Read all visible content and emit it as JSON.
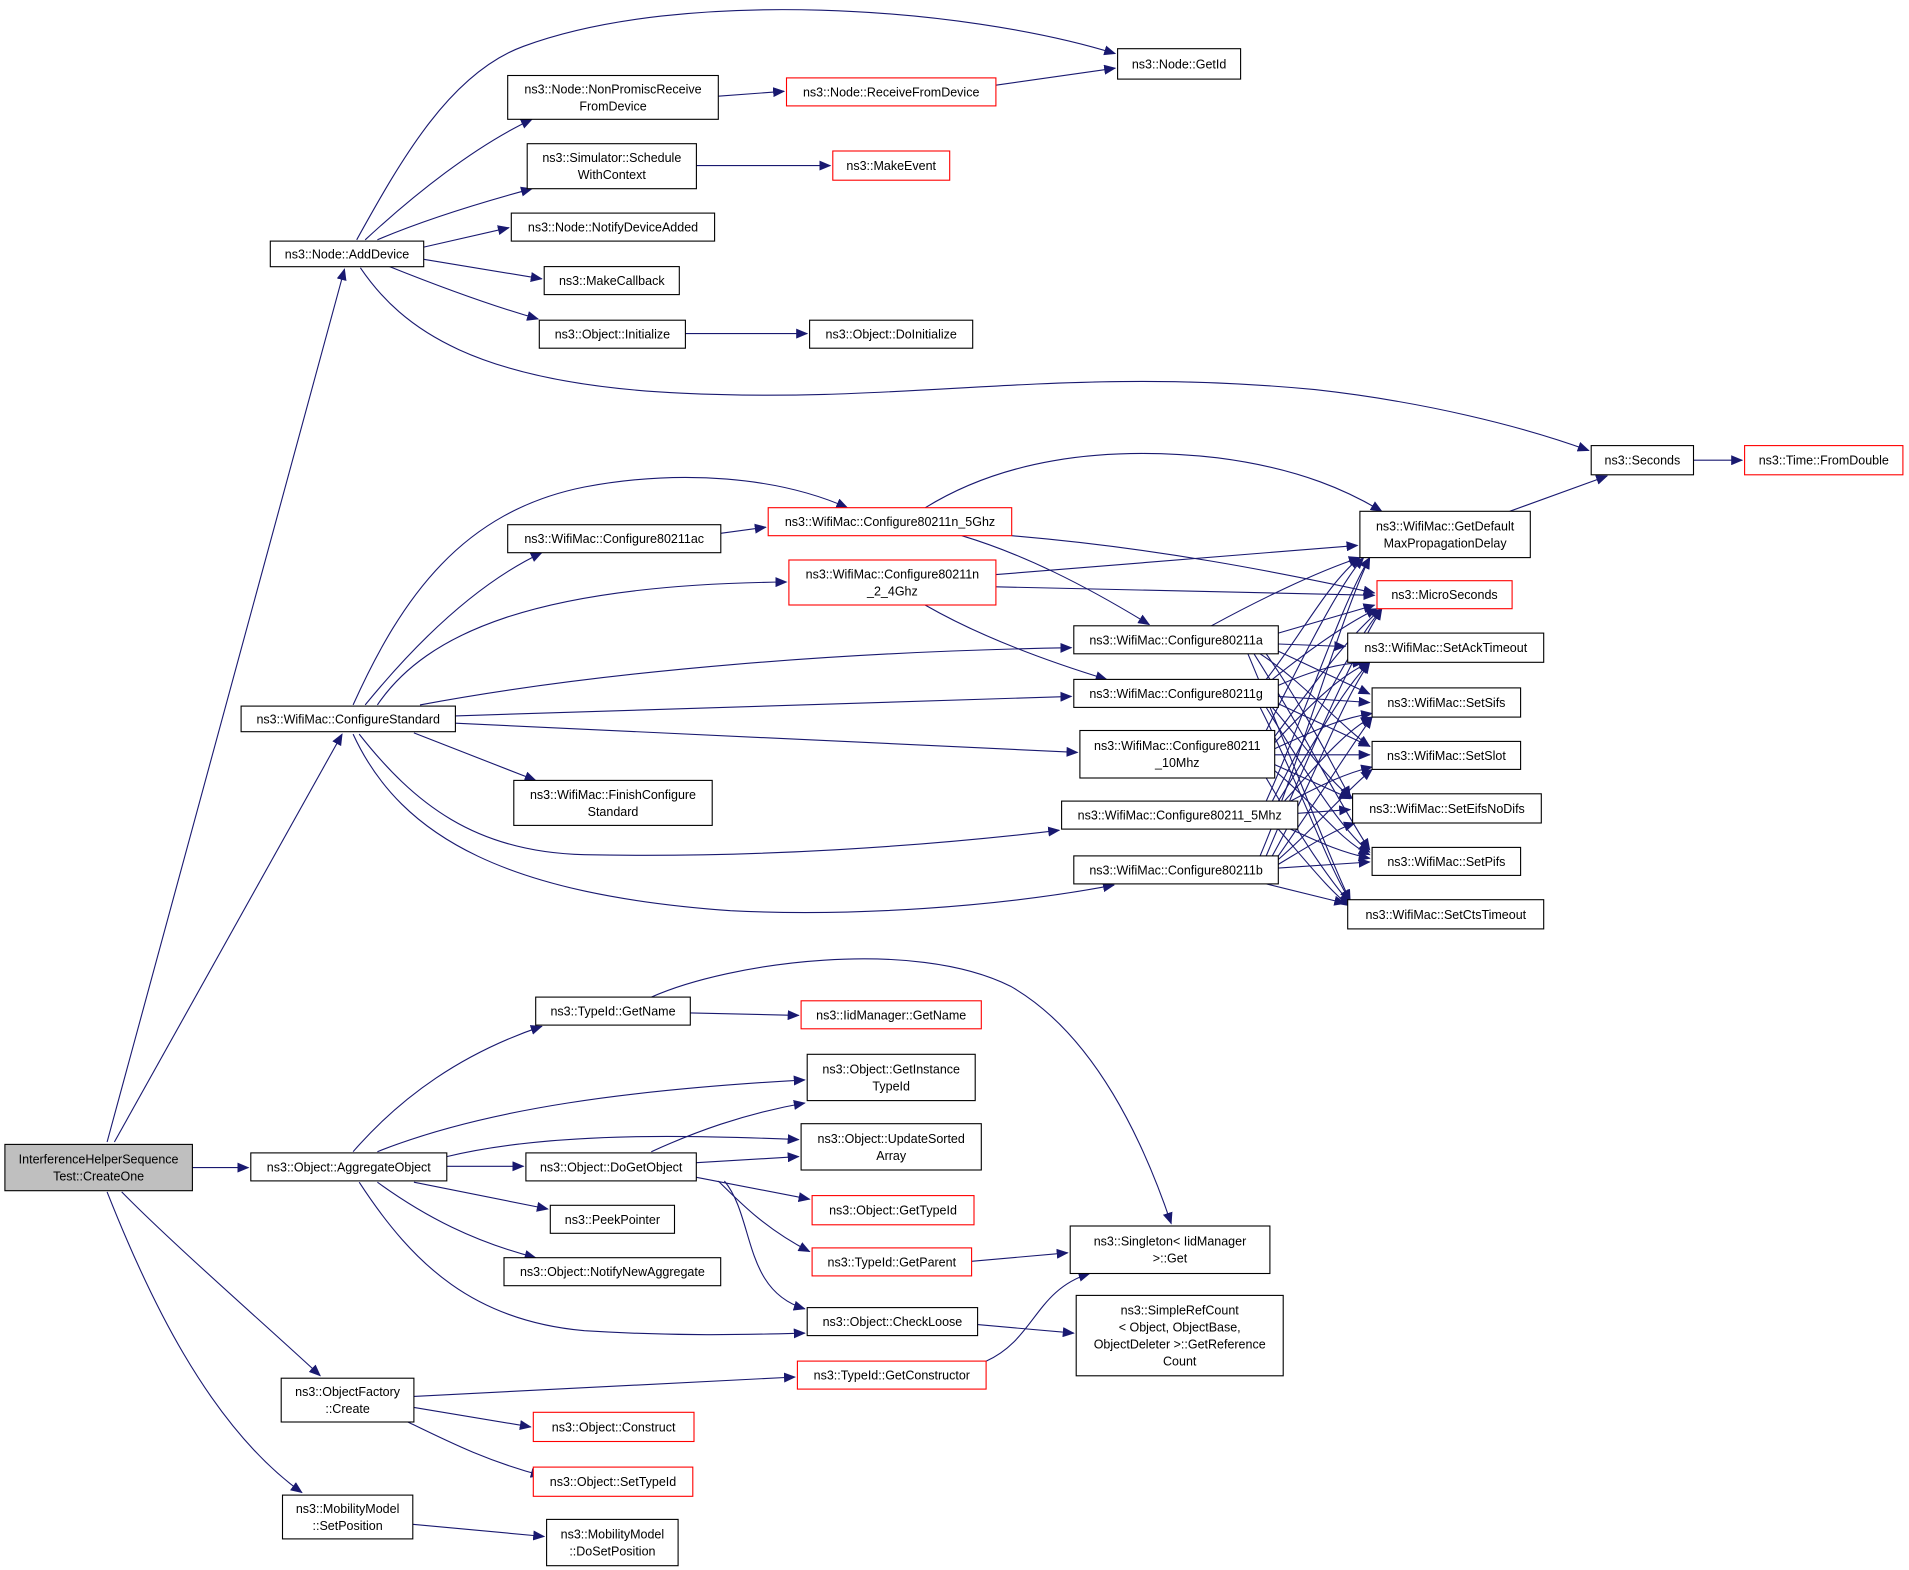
{
  "colors": {
    "edge": "#191970",
    "node_border": "#000000",
    "node_border_truncated": "#ff0000",
    "node_fill": "#ffffff",
    "root_fill": "#bfbfbf"
  },
  "nodes": [
    {
      "id": "root",
      "lines": [
        "InterferenceHelperSequence",
        "Test::CreateOne"
      ],
      "style": "root"
    },
    {
      "id": "add_device",
      "lines": [
        "ns3::Node::AddDevice"
      ],
      "style": "normal"
    },
    {
      "id": "non_promisc",
      "lines": [
        "ns3::Node::NonPromiscReceive",
        "FromDevice"
      ],
      "style": "normal"
    },
    {
      "id": "receive_from_device",
      "lines": [
        "ns3::Node::ReceiveFromDevice"
      ],
      "style": "truncated"
    },
    {
      "id": "node_getid",
      "lines": [
        "ns3::Node::GetId"
      ],
      "style": "normal"
    },
    {
      "id": "schedule_ctx",
      "lines": [
        "ns3::Simulator::Schedule",
        "WithContext"
      ],
      "style": "normal"
    },
    {
      "id": "make_event",
      "lines": [
        "ns3::MakeEvent"
      ],
      "style": "truncated"
    },
    {
      "id": "notify_device_added",
      "lines": [
        "ns3::Node::NotifyDeviceAdded"
      ],
      "style": "normal"
    },
    {
      "id": "make_callback",
      "lines": [
        "ns3::MakeCallback"
      ],
      "style": "normal"
    },
    {
      "id": "obj_initialize",
      "lines": [
        "ns3::Object::Initialize"
      ],
      "style": "normal"
    },
    {
      "id": "obj_doinitialize",
      "lines": [
        "ns3::Object::DoInitialize"
      ],
      "style": "normal"
    },
    {
      "id": "seconds",
      "lines": [
        "ns3::Seconds"
      ],
      "style": "normal"
    },
    {
      "id": "from_double",
      "lines": [
        "ns3::Time::FromDouble"
      ],
      "style": "truncated"
    },
    {
      "id": "configure_standard",
      "lines": [
        "ns3::WifiMac::ConfigureStandard"
      ],
      "style": "normal"
    },
    {
      "id": "cfg_ac",
      "lines": [
        "ns3::WifiMac::Configure80211ac"
      ],
      "style": "normal"
    },
    {
      "id": "cfg_n5",
      "lines": [
        "ns3::WifiMac::Configure80211n_5Ghz"
      ],
      "style": "truncated"
    },
    {
      "id": "cfg_n24",
      "lines": [
        "ns3::WifiMac::Configure80211n",
        "_2_4Ghz"
      ],
      "style": "truncated"
    },
    {
      "id": "get_default_delay",
      "lines": [
        "ns3::WifiMac::GetDefault",
        "MaxPropagationDelay"
      ],
      "style": "normal"
    },
    {
      "id": "micro_seconds",
      "lines": [
        "ns3::MicroSeconds"
      ],
      "style": "truncated"
    },
    {
      "id": "cfg_a",
      "lines": [
        "ns3::WifiMac::Configure80211a"
      ],
      "style": "normal"
    },
    {
      "id": "set_ack_timeout",
      "lines": [
        "ns3::WifiMac::SetAckTimeout"
      ],
      "style": "normal"
    },
    {
      "id": "cfg_g",
      "lines": [
        "ns3::WifiMac::Configure80211g"
      ],
      "style": "normal"
    },
    {
      "id": "set_sifs",
      "lines": [
        "ns3::WifiMac::SetSifs"
      ],
      "style": "normal"
    },
    {
      "id": "cfg_10",
      "lines": [
        "ns3::WifiMac::Configure80211",
        "_10Mhz"
      ],
      "style": "normal"
    },
    {
      "id": "set_slot",
      "lines": [
        "ns3::WifiMac::SetSlot"
      ],
      "style": "normal"
    },
    {
      "id": "finish_configure",
      "lines": [
        "ns3::WifiMac::FinishConfigure",
        "Standard"
      ],
      "style": "normal"
    },
    {
      "id": "cfg_5",
      "lines": [
        "ns3::WifiMac::Configure80211_5Mhz"
      ],
      "style": "normal"
    },
    {
      "id": "set_eifs",
      "lines": [
        "ns3::WifiMac::SetEifsNoDifs"
      ],
      "style": "normal"
    },
    {
      "id": "cfg_b",
      "lines": [
        "ns3::WifiMac::Configure80211b"
      ],
      "style": "normal"
    },
    {
      "id": "set_pifs",
      "lines": [
        "ns3::WifiMac::SetPifs"
      ],
      "style": "normal"
    },
    {
      "id": "set_cts_timeout",
      "lines": [
        "ns3::WifiMac::SetCtsTimeout"
      ],
      "style": "normal"
    },
    {
      "id": "typeid_getname",
      "lines": [
        "ns3::TypeId::GetName"
      ],
      "style": "normal"
    },
    {
      "id": "iid_getname",
      "lines": [
        "ns3::IidManager::GetName"
      ],
      "style": "truncated"
    },
    {
      "id": "get_instance_typeid",
      "lines": [
        "ns3::Object::GetInstance",
        "TypeId"
      ],
      "style": "normal"
    },
    {
      "id": "update_sorted",
      "lines": [
        "ns3::Object::UpdateSorted",
        "Array"
      ],
      "style": "normal"
    },
    {
      "id": "aggregate_object",
      "lines": [
        "ns3::Object::AggregateObject"
      ],
      "style": "normal"
    },
    {
      "id": "do_get_object",
      "lines": [
        "ns3::Object::DoGetObject"
      ],
      "style": "normal"
    },
    {
      "id": "obj_get_typeid",
      "lines": [
        "ns3::Object::GetTypeId"
      ],
      "style": "truncated"
    },
    {
      "id": "peek_pointer",
      "lines": [
        "ns3::PeekPointer"
      ],
      "style": "normal"
    },
    {
      "id": "singleton_get",
      "lines": [
        "ns3::Singleton< IidManager",
        " >::Get"
      ],
      "style": "normal"
    },
    {
      "id": "typeid_getparent",
      "lines": [
        "ns3::TypeId::GetParent"
      ],
      "style": "truncated"
    },
    {
      "id": "notify_new_aggregate",
      "lines": [
        "ns3::Object::NotifyNewAggregate"
      ],
      "style": "normal"
    },
    {
      "id": "check_loose",
      "lines": [
        "ns3::Object::CheckLoose"
      ],
      "style": "normal"
    },
    {
      "id": "simple_refcount",
      "lines": [
        "ns3::SimpleRefCount",
        "< Object, ObjectBase,",
        " ObjectDeleter >::GetReference",
        "Count"
      ],
      "style": "normal"
    },
    {
      "id": "factory_create",
      "lines": [
        "ns3::ObjectFactory",
        "::Create"
      ],
      "style": "normal"
    },
    {
      "id": "get_constructor",
      "lines": [
        "ns3::TypeId::GetConstructor"
      ],
      "style": "truncated"
    },
    {
      "id": "obj_construct",
      "lines": [
        "ns3::Object::Construct"
      ],
      "style": "truncated"
    },
    {
      "id": "obj_set_typeid",
      "lines": [
        "ns3::Object::SetTypeId"
      ],
      "style": "truncated"
    },
    {
      "id": "mm_setposition",
      "lines": [
        "ns3::MobilityModel",
        "::SetPosition"
      ],
      "style": "normal"
    },
    {
      "id": "mm_dosetposition",
      "lines": [
        "ns3::MobilityModel",
        "::DoSetPosition"
      ],
      "style": "normal"
    }
  ]
}
